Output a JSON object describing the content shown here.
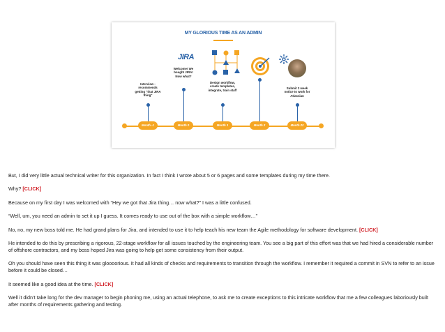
{
  "slide": {
    "title": "MY GLORIOUS TIME AS AN ADMIN",
    "jira_logo_text": "JIRA",
    "milestones": [
      {
        "pill": "Month -1",
        "caption": "Interview - recommends getting \"that JIRA thing\""
      },
      {
        "pill": "Month 0",
        "caption": "Welcome! We bought JIRA! Now what?"
      },
      {
        "pill": "Month 1",
        "caption": "Design workflow, create templates, integrate, train staff"
      },
      {
        "pill": "Month 2",
        "caption": ""
      },
      {
        "pill": "Month 22",
        "caption": "Submit 2 week notice to work for Atlassian"
      }
    ],
    "colors": {
      "accent": "#f5a623",
      "primary": "#2a63a8"
    }
  },
  "notes": {
    "p1": "But, I did very little actual technical writer for this organization. In fact I think I wrote about 5 or 6 pages and some templates during my time there.",
    "p2_text": "Why?",
    "p3": "Because on my first day I was welcomed with “Hey we got that Jira thing… now what?” I was a little confused.",
    "p4": "“Well, um, you need an admin to set it up I guess. It comes ready to use out of the box with a simple workflow…”",
    "p5_text": "No, no, my new boss told me. He had grand plans for Jira, and intended to use it to help teach his new team the Agile methodology for software development.",
    "p6": "He intended to do this by prescribing a rigorous, 22-stage workflow for all issues touched by the engineering team. You see a big part of this effort was that we had hired a considerable number of offshore contractors, and my boss hoped Jira was going to help get some consistency from their output.",
    "p7": "Oh you should have seen this thing it was gloooorious. It had all kinds of checks and requirements to transition through the workflow. I remember it required a commit in SVN to refer to an issue before it could be closed…",
    "p8_text": "It seemed like a good idea at the time.",
    "p9": "Well it didn’t take long for the dev manager to begin phoning me, using an actual telephone, to ask me to create exceptions to this intricate workflow that me a few colleagues laboriously built after months of requirements gathering and testing.",
    "click_label": "[CLICK]"
  }
}
